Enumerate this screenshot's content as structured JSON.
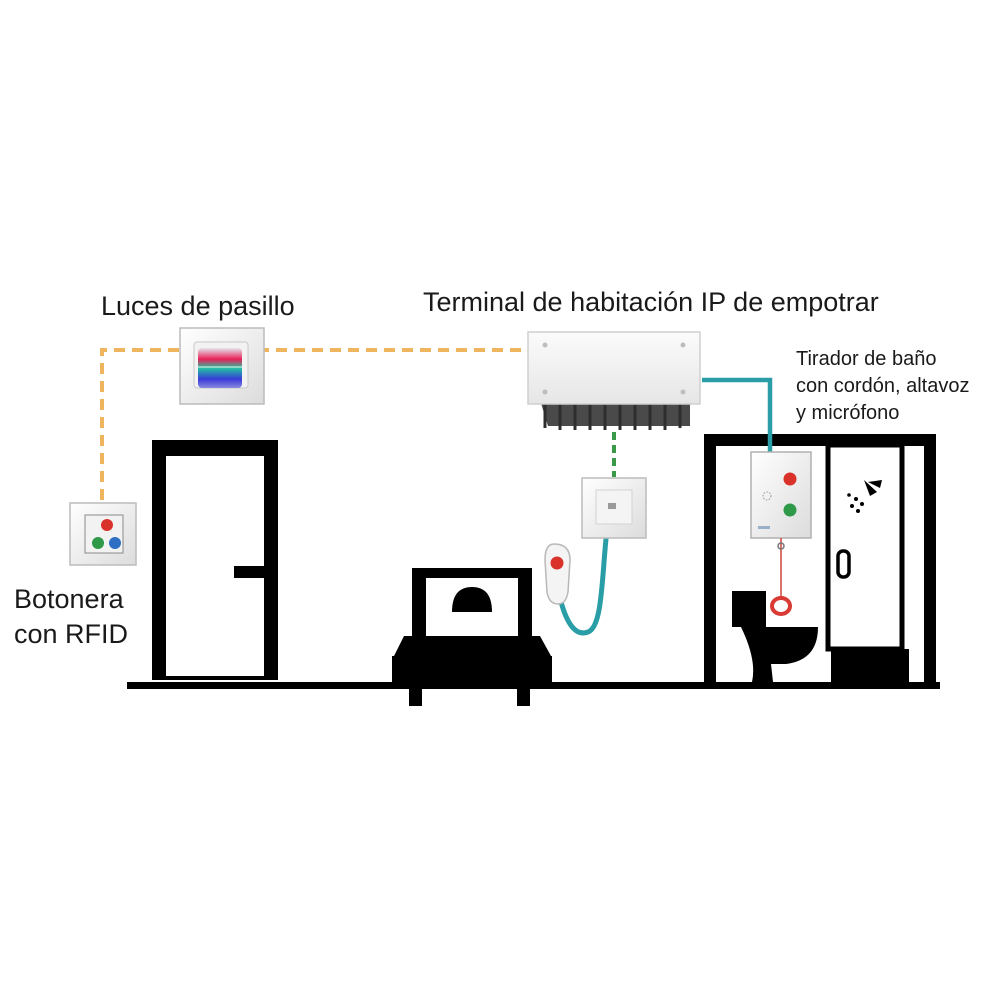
{
  "labels": {
    "hall_lights": "Luces de pasillo",
    "room_terminal": "Terminal de habitación IP de empotrar",
    "bath_puller": [
      "Tirador de baño",
      "con cordón, altavoz",
      "y micrófono"
    ],
    "button_panel": [
      "Botonera",
      "con RFID"
    ]
  },
  "colors": {
    "bus_line": "#eeb45e",
    "teal_cable": "#2a9ea6",
    "green_link": "#3a9a4a",
    "silhouette": "#000000",
    "device_body": "#f3f3f3",
    "alarm_red": "#d9322b",
    "cancel_green": "#2e9a48",
    "info_blue": "#2e6fc4"
  },
  "icons": {
    "shower": "shower-icon",
    "alarm_bell": "bell-icon",
    "person": "person-icon"
  }
}
